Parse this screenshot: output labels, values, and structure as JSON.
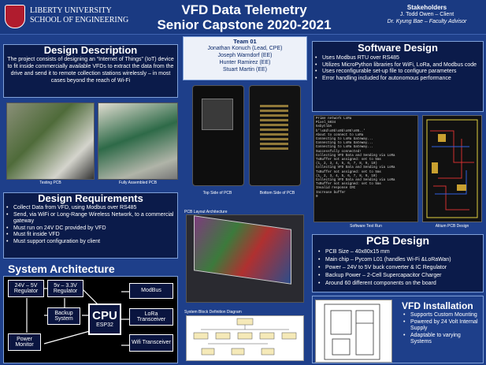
{
  "header": {
    "university_line1": "LIBERTY UNIVERSITY",
    "university_line2": "SCHOOL OF ENGINEERING",
    "title": "VFD Data Telemetry",
    "subtitle": "Senior Capstone 2020-2021",
    "stakeholders_title": "Stakeholders",
    "stakeholder_1": "J. Todd Owen – Client",
    "stakeholder_2": "Dr. Kyung Bae – Faculty Advisor"
  },
  "design_description": {
    "title": "Design Description",
    "body": "The project consists of designing an “Internet of Things” (IoT) device to fit inside commercially available VFDs to extract the data from the drive and send it to remote collection stations wirelessly – in most cases beyond the reach of Wi-Fi",
    "caption_left": "Testing PCB",
    "caption_right": "Fully Assembled PCB"
  },
  "team": {
    "title": "Team 01",
    "members": [
      "Jonathan Konuch (Lead, CPE)",
      "Joseph Warndorf (EE)",
      "Hunter Ramirez (EE)",
      "Stuart Martin (EE)"
    ],
    "caption_top": "Top Side of PCB",
    "caption_bottom": "Bottom Side of PCB",
    "layout_caption": "PCB Layout Architecture",
    "sbd_caption": "System Block Definition Diagram"
  },
  "software_design": {
    "title": "Software Design",
    "items": [
      "Uses Modbus RTU over RS485",
      "Utilizes MicroPython libraries for WiFi, LoRa, and Modbus code",
      "Uses reconfigurable set-up file to configure parameters",
      "Error handling included for autonomous performance"
    ],
    "terminal_lines": [
      "Prime network LoRa",
      "Pixel_5034",
      "5sbytlDA",
      "b'\\x8d\\x0b\\x0b\\x05\\x05..'",
      "About to connect to LoRa",
      "Connecting to LoRa Gateway...",
      "Connecting to LoRa Gateway...",
      "Connecting to LoRa Gateway...",
      "Successfully connected!",
      "Collecting VFD Data and Sending via LoRa",
      "TxBuffer not assigned: set to 5ms",
      "(1, 2, 3, 4, 5, 6, 7, 8, 9, 10)",
      "Collecting VFD Data and Sending via LoRa",
      "TxBuffer not assigned: set to 5ms",
      "(1, 2, 3, 4, 5, 6, 7, 8, 9, 10)",
      "Collecting VFD Data and Sending via LoRa",
      "TxBuffer not assigned: set to 5ms",
      "Invalid response CRC",
      "Increase buffer",
      "0"
    ],
    "caption_left": "Software Test Run",
    "caption_right": "Altium PCB Design"
  },
  "design_requirements": {
    "title": "Design Requirements",
    "items": [
      "Collect Data from VFD, using Modbus over RS485",
      "Send, via WiFi or Long-Range Wireless Network, to a commercial gateway",
      "Must run on 24V DC provided by VFD",
      "Must fit inside VFD",
      "Must support configuration by client"
    ]
  },
  "system_architecture": {
    "title": "System Architecture",
    "blocks": {
      "reg24": "24V – 5V Regulator",
      "reg5": "5v – 3.3V Regulator",
      "backup": "Backup System",
      "power_monitor": "Power Monitor",
      "cpu": "CPU",
      "cpu_sub": "ESP32",
      "modbus": "ModBus",
      "lora": "LoRa Transceiver",
      "wifi": "Wifi Transceiver"
    }
  },
  "pcb_design": {
    "title": "PCB Design",
    "items": [
      "PCB Size – 40x80x15 mm",
      "Main chip – Pycom L01 (handles Wi-Fi &LoRaWan)",
      "Power – 24V to 5V buck converter & IC Regulator",
      "Backup Power – 2-Cell Supercapacitor Charger",
      "Around 60 different components on the board"
    ]
  },
  "vfd_installation": {
    "title": "VFD Installation",
    "items": [
      "Supports Custom Mounting",
      "Powered by 24 Volt Internal Supply",
      "Adaptable to varying Systems"
    ]
  }
}
